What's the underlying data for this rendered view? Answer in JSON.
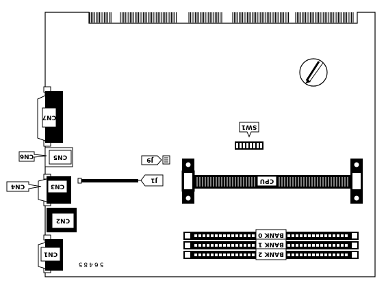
{
  "labels": {
    "cn7": "CN7",
    "cn6": "CN6",
    "cn5": "CN5",
    "cn4": "CN4",
    "cn3": "CN3",
    "cn2": "CN2",
    "cn1": "CN1",
    "sw1": "SW1",
    "j9": "J9",
    "j1": "J1",
    "cpu": "CPU",
    "bank0": "BANK 0",
    "bank1": "BANK 1",
    "bank2": "BANK 2",
    "board_code": "56485"
  },
  "colors": {
    "ink": "#000000",
    "paper": "#ffffff"
  }
}
